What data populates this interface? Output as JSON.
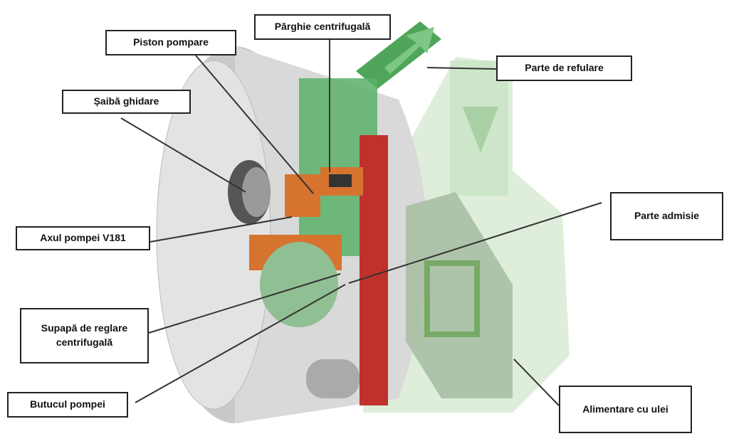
{
  "labels": {
    "piston": "Piston pompare",
    "lever": "Părghie centrifugală",
    "discharge": "Parte de refulare",
    "guide_washer": "Șaibă ghidare",
    "intake": "Parte admisie",
    "shaft": "Axul pompei V181",
    "valve": "Supapă de reglare centrifugală",
    "hub": "Butucul pompei",
    "oil_supply": "Alimentare cu ulei"
  },
  "colors": {
    "housing": "#d4d4d4",
    "green_flow": "#4fa55a",
    "transparent_green": "#d6ead2",
    "red_plate": "#c0312c",
    "orange_part": "#d5732f"
  }
}
